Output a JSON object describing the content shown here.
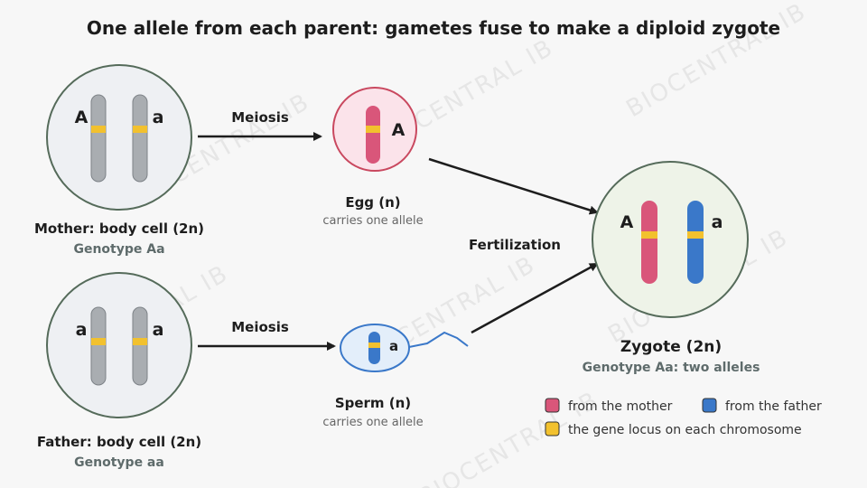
{
  "title": "One allele from each parent: gametes fuse to make a diploid zygote",
  "watermark": "BIOCENTRAL IB",
  "colors": {
    "maternal": "#d9567a",
    "paternal": "#3a78c9",
    "locus": "#f2c12e",
    "parental_chromosome": "#a9adb1",
    "cell_fill": "#eef0f3",
    "cell_border": "#556b5a",
    "egg_fill": "#fbe3ea",
    "egg_border": "#c9485f",
    "sperm_fill": "#e3eefa",
    "sperm_border": "#3a78c9",
    "zygote_fill": "#eef3e8"
  },
  "mother": {
    "label": "Mother: body cell (2n)",
    "genotype": "Genotype Aa",
    "alleles": [
      "A",
      "a"
    ]
  },
  "father": {
    "label": "Father: body cell (2n)",
    "genotype": "Genotype aa",
    "alleles": [
      "a",
      "a"
    ]
  },
  "steps": {
    "meiosis_top": "Meiosis",
    "meiosis_bottom": "Meiosis",
    "fertilization": "Fertilization"
  },
  "egg": {
    "label": "Egg (n)",
    "sub": "carries one allele",
    "allele": "A"
  },
  "sperm": {
    "label": "Sperm (n)",
    "sub": "carries one allele",
    "allele": "a"
  },
  "zygote": {
    "label": "Zygote (2n)",
    "genotype": "Genotype Aa: two alleles",
    "alleles": [
      "A",
      "a"
    ]
  },
  "legend": {
    "maternal": "from the mother",
    "paternal": "from the father",
    "locus": "the gene locus on each chromosome"
  }
}
